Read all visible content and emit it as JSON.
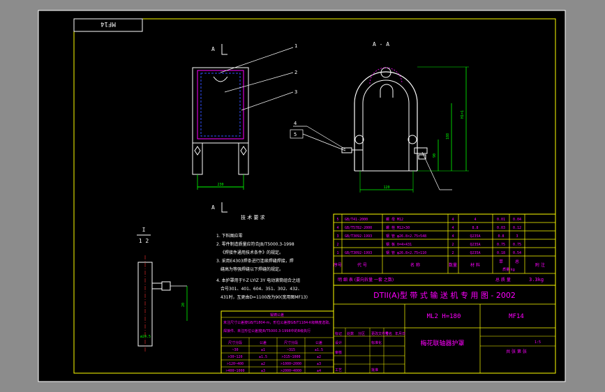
{
  "drawing": {
    "corner_tag": "MF14",
    "view_label_a_top": "A",
    "view_label_a_bottom": "A",
    "section_title": "A - A",
    "part_callouts": [
      "1",
      "2",
      "3"
    ],
    "side_callouts": [
      "4",
      "5"
    ],
    "dim_width_front": "230",
    "dim_width_section": "120",
    "dim_h1": "188",
    "dim_h2": "H1=1",
    "dim_h3": "90",
    "side_view_label_top": "I",
    "side_view_label_bottom": "1 2",
    "side_dim": "20",
    "side_dim2": "ø24.5"
  },
  "notes": {
    "title": "技 术 要 求",
    "items": [
      "1. 下料图应零",
      "2. 零件制造质量应符合JB/T5000.3-1998",
      "《焊接件通用技术条件》的规定。",
      "3. 采用E4303焊条进行连续焊缝焊接，焊",
      "缝高为等强焊缝以下焊缝的规定。",
      "4. 本护罩用于Y-Z LYIZ 3Y 电动滚筒组合之组",
      "合号301、401、604、351、302、432、",
      "431时，互更由D=1100改为90(宽用图MF13)"
    ]
  },
  "bom": {
    "rows": [
      {
        "no": "5",
        "code": "GB/T41-2000",
        "name": "螺 母 M12",
        "qty": "4",
        "qty2": "4",
        "m1": "0.01",
        "m2": "0.04"
      },
      {
        "no": "4",
        "code": "GB/T5782-2000",
        "name": "螺 栓 M12×30",
        "qty": "4",
        "qty2": "8.8",
        "m1": "0.03",
        "m2": "0.12"
      },
      {
        "no": "3",
        "code": "GB/T3092-1993",
        "name": "钢 管 φ26.8×2.75×548",
        "qty": "4",
        "qty2": "Q235A",
        "m1": "0.8",
        "m2": "3"
      },
      {
        "no": "2",
        "code": "",
        "name": "钢 板 δ=4×431",
        "qty": "2",
        "qty2": "Q235A",
        "m1": "0.75",
        "m2": "0.75"
      },
      {
        "no": "1",
        "code": "GB/T3092-1993",
        "name": "钢 管 φ26.8×2.75×110",
        "qty": "2",
        "qty2": "Q235A",
        "m1": "0.18",
        "m2": "0.54"
      }
    ],
    "header": {
      "no": "序号",
      "code": "代 号",
      "name": "名 称",
      "qty": "数量",
      "qty2": "材 料",
      "m1": "单",
      "m2": "总",
      "remark": "附 注",
      "mass_unit": "质量 kg"
    },
    "detail_row": "明  细  表  (要向拆量  一套  之数)",
    "total_mass_label": "总 质 量",
    "total_mass": "3.3kg"
  },
  "title_block": {
    "series": "DTII(A)型  带 式 输 送 机 专 用 图 - 2002",
    "spec": "ML2  H=180",
    "drawing_no": "MF14",
    "part_name": "梅花联轴器护罩",
    "scale": "1:5",
    "sheet": "共   张  第   张",
    "fields": [
      "标记",
      "处数",
      "分区",
      "更改文件号",
      "签名",
      "年月日"
    ],
    "fields2": [
      "设计",
      "",
      "标准化",
      "",
      "阶段标记",
      "重量",
      "比例"
    ],
    "fields3": [
      "审核",
      "",
      "",
      "",
      "",
      "",
      ""
    ],
    "fields4": [
      "工艺",
      "",
      "批准",
      "",
      "",
      "",
      ""
    ]
  },
  "tolerance_table": {
    "title": "锻铸公差",
    "line1": "未注尺寸公差按GB/T1804-m，形位公差按GB/T1184-K级精度选取。",
    "line2": "焊接件、未注形位公差按JB/T5000.3-1998中的B级执行",
    "headers": [
      "尺寸分段",
      "公差",
      "尺寸分段",
      "公差"
    ],
    "rows": [
      [
        "~30",
        "±1",
        "~315",
        "±1.5"
      ],
      [
        ">30~120",
        "±1.5",
        ">315~1000",
        "±2"
      ],
      [
        ">120~400",
        "±2",
        ">1000~2000",
        "±3"
      ],
      [
        ">400~1000",
        "±3",
        ">2000~4000",
        "±4"
      ]
    ]
  },
  "colors": {
    "paper": "#000000",
    "frame": "#ffffff",
    "title_frame": "#ffff00",
    "text_magenta": "#ff00ff",
    "dim_green": "#00ff00",
    "hidden_blue": "#3050ff",
    "callout_red": "#ff3030",
    "outer_bg": "#8c8c8c"
  }
}
